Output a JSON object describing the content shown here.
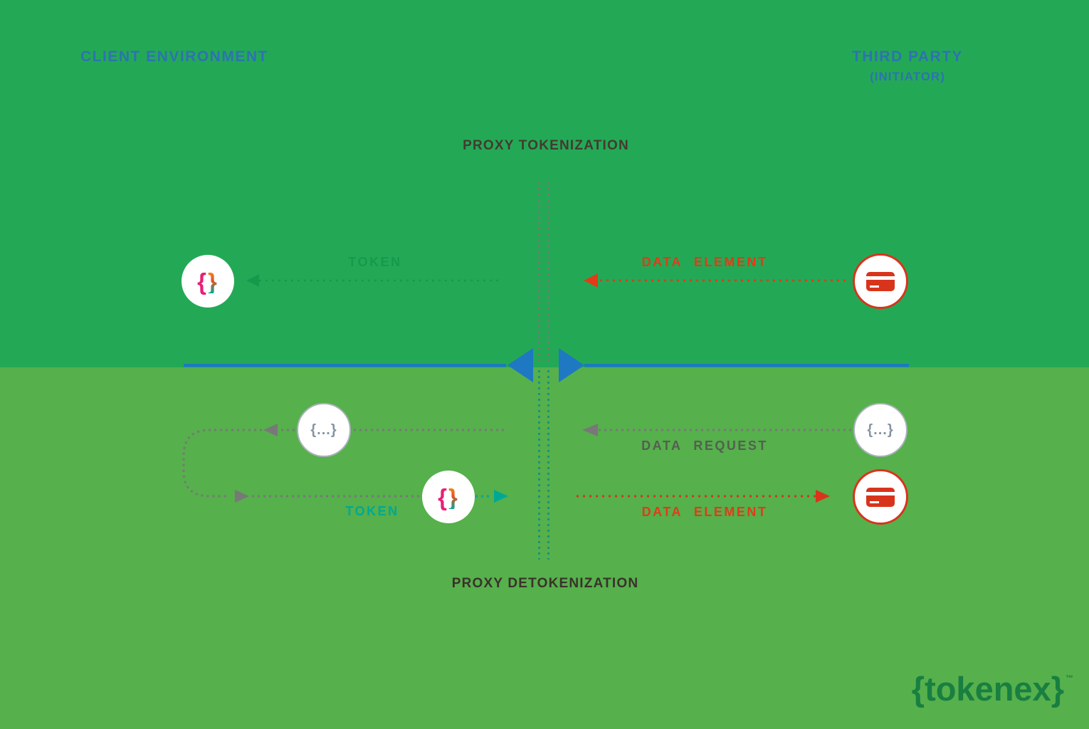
{
  "zones": {
    "client_environment": "CLIENT ENVIRONMENT",
    "third_party": "THIRD PARTY",
    "third_party_sub": "(INITIATOR)"
  },
  "titles": {
    "proxy_tokenization": "PROXY TOKENIZATION",
    "proxy_detokenization": "PROXY DETOKENIZATION"
  },
  "arrows": {
    "top_token_label": "TOKEN",
    "top_data_element_label": "DATA ELEMENT",
    "bottom_data_request_label": "DATA REQUEST",
    "bottom_token_label": "TOKEN",
    "bottom_data_element_label": "DATA ELEMENT"
  },
  "icons": {
    "tokenex_brace_open": "{",
    "tokenex_brace_close": "}",
    "payload_braces": "{...}",
    "credit_card": "credit-card"
  },
  "logo": {
    "brace_left": "{",
    "text": "tokenex",
    "brace_right": "}",
    "trademark": "™"
  },
  "colors": {
    "top_background": "#23a956",
    "bottom_background": "#56b04c",
    "zone_label_blue": "#2d73b0",
    "title_dark": "#443a30",
    "data_red": "#e03c17",
    "token_teal": "#00a893",
    "request_gray": "#787878",
    "divider_blue": "#1e78c2",
    "logo_green": "#187f41",
    "brace_pink": "#e81f76"
  }
}
